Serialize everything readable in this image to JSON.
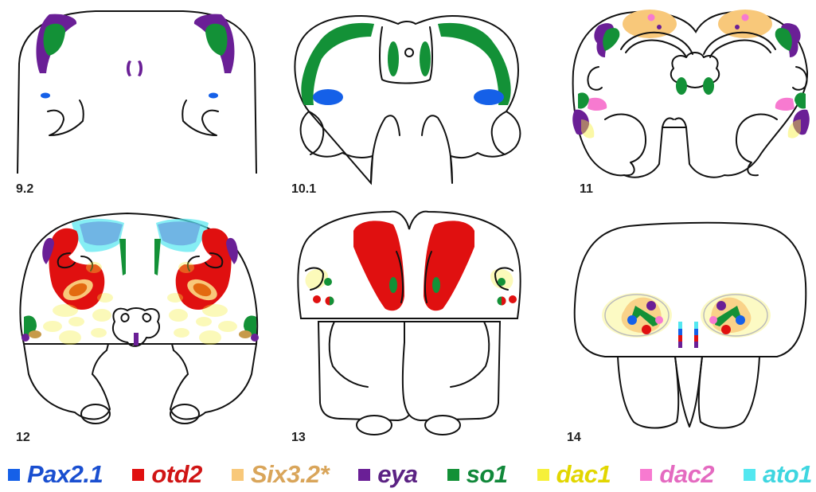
{
  "panels": [
    {
      "label": "9.2"
    },
    {
      "label": "10.1"
    },
    {
      "label": "11"
    },
    {
      "label": "12"
    },
    {
      "label": "13"
    },
    {
      "label": "14"
    }
  ],
  "legend": [
    {
      "name": "Pax2.1",
      "color": "#1560e8",
      "text_color": "#1a4fd0"
    },
    {
      "name": "otd2",
      "color": "#e01010",
      "text_color": "#d01515"
    },
    {
      "name": "Six3.2*",
      "color": "#f8c87a",
      "text_color": "#d9a55a"
    },
    {
      "name": "eya",
      "color": "#6a1f96",
      "text_color": "#5b2283"
    },
    {
      "name": "so1",
      "color": "#139137",
      "text_color": "#11883a"
    },
    {
      "name": "dac1",
      "color": "#f6f03a",
      "text_color": "#e2d600"
    },
    {
      "name": "dac2",
      "color": "#f77ad0",
      "text_color": "#e46ac0"
    },
    {
      "name": "ato1",
      "color": "#53e7f0",
      "text_color": "#3fd6e0"
    }
  ]
}
